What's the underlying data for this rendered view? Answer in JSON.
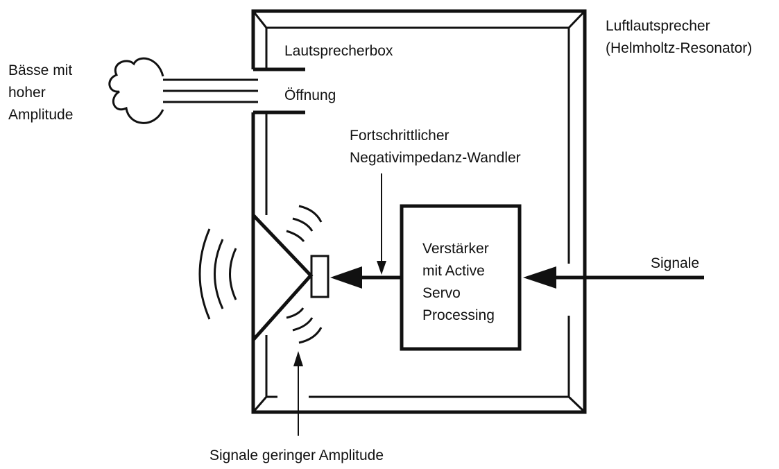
{
  "colors": {
    "stroke": "#111111",
    "background": "#ffffff"
  },
  "labels": {
    "bass": [
      "Bässe mit",
      "hoher",
      "Amplitude"
    ],
    "box": "Lautsprecherbox",
    "opening": "Öffnung",
    "speaker_type": [
      "Luftlautsprecher",
      "(Helmholtz-Resonator)"
    ],
    "converter": [
      "Fortschrittlicher",
      "Negativimpedanz-Wandler"
    ],
    "amplifier": [
      "Verstärker",
      "mit Active",
      "Servo",
      "Processing"
    ],
    "signal_in": "Signale",
    "low_signal": "Signale geringer Amplitude"
  },
  "icons": {
    "cloud": "cloud-icon",
    "sound_waves": "sound-wave-icon",
    "arrow": "arrow-icon"
  }
}
